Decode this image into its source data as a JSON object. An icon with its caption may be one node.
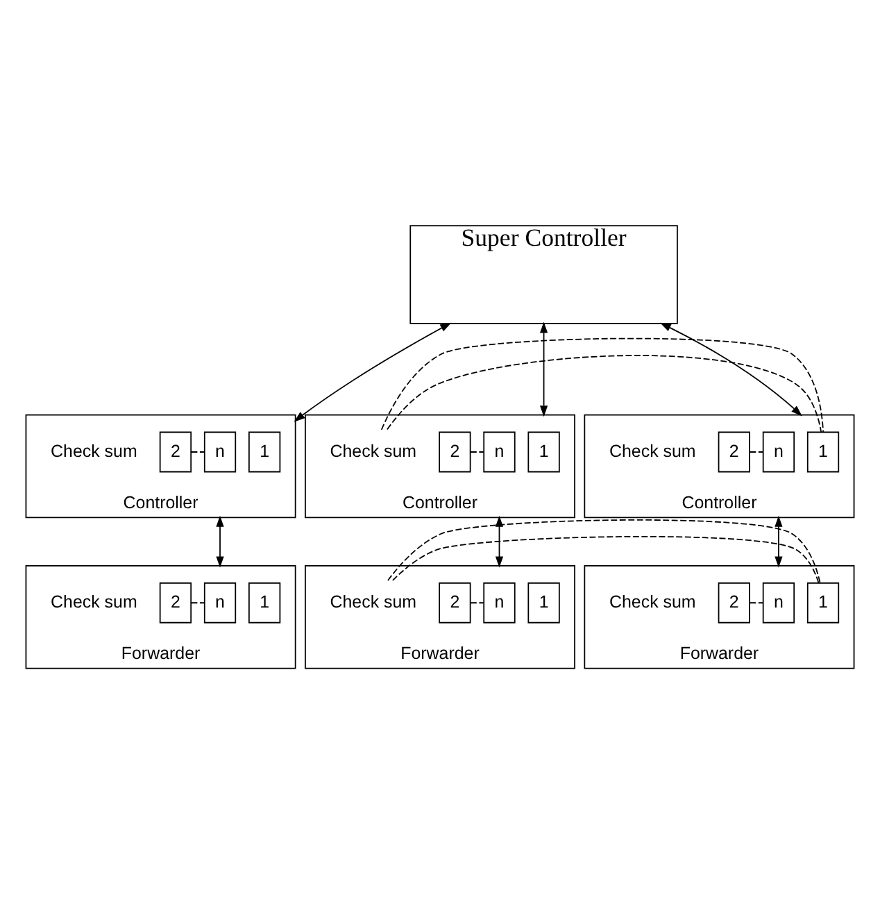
{
  "diagram": {
    "nodes": [
      {
        "text": [
          "Super Controller"
        ]
      },
      {
        "text": [
          "Controller"
        ]
      },
      {
        "text": [
          "1"
        ],
        "in": 1
      },
      {
        "text": [
          "2"
        ],
        "in": 1
      },
      {
        "text": [
          "n"
        ],
        "in": 1
      },
      {
        "text": [
          "Check sum"
        ],
        "in": 1
      },
      {
        "text": [
          "Controller"
        ]
      },
      {
        "text": [
          "1"
        ],
        "in": 6
      },
      {
        "text": [
          "2"
        ],
        "in": 6
      },
      {
        "text": [
          "n"
        ],
        "in": 6
      },
      {
        "text": [
          "Check sum"
        ],
        "in": 6
      },
      {
        "text": [
          "Controller"
        ]
      },
      {
        "text": [
          "1"
        ],
        "in": 11
      },
      {
        "text": [
          "2"
        ],
        "in": 11
      },
      {
        "text": [
          "n"
        ],
        "in": 11
      },
      {
        "text": [
          "Check sum"
        ],
        "in": 11
      },
      {
        "text": [
          "Forwarder"
        ]
      },
      {
        "text": [
          "1"
        ],
        "in": 16
      },
      {
        "text": [
          "2"
        ],
        "in": 16
      },
      {
        "text": [
          "n"
        ],
        "in": 16
      },
      {
        "text": [
          "Check sum"
        ],
        "in": 16
      },
      {
        "text": [
          "Forwarder"
        ]
      },
      {
        "text": [
          "1"
        ],
        "in": 21
      },
      {
        "text": [
          "2"
        ],
        "in": 21
      },
      {
        "text": [
          "n"
        ],
        "in": 21
      },
      {
        "text": [
          "Check sum"
        ],
        "in": 21
      },
      {
        "text": [
          "Forwarder"
        ]
      },
      {
        "text": [
          "1"
        ],
        "in": 26
      },
      {
        "text": [
          "2"
        ],
        "in": 26
      },
      {
        "text": [
          "n"
        ],
        "in": 26
      },
      {
        "text": [
          "Check sum"
        ],
        "in": 26
      }
    ],
    "edges": [
      {
        "from": 0,
        "to": 1,
        "arrow": "both"
      },
      {
        "from": 0,
        "to": 6,
        "arrow": "both"
      },
      {
        "from": 0,
        "to": 11,
        "arrow": "both"
      },
      {
        "from": 3,
        "to": 4,
        "arrow": "none",
        "style": "dashed"
      },
      {
        "from": 8,
        "to": 9,
        "arrow": "none",
        "style": "dashed"
      },
      {
        "from": 10,
        "to": 11,
        "arrow": "none",
        "style": "dashed"
      },
      {
        "from": 13,
        "to": 14,
        "arrow": "none",
        "style": "dashed"
      },
      {
        "from": 1,
        "to": 16,
        "arrow": "both"
      },
      {
        "from": 6,
        "to": 21,
        "arrow": "both"
      },
      {
        "from": 11,
        "to": 26,
        "arrow": "both"
      },
      {
        "from": 18,
        "to": 19,
        "arrow": "none",
        "style": "dashed"
      },
      {
        "from": 23,
        "to": 24,
        "arrow": "none",
        "style": "dashed"
      },
      {
        "from": 25,
        "to": 26,
        "arrow": "none",
        "style": "dashed"
      },
      {
        "from": 28,
        "to": 29,
        "arrow": "none",
        "style": "dashed"
      }
    ]
  }
}
